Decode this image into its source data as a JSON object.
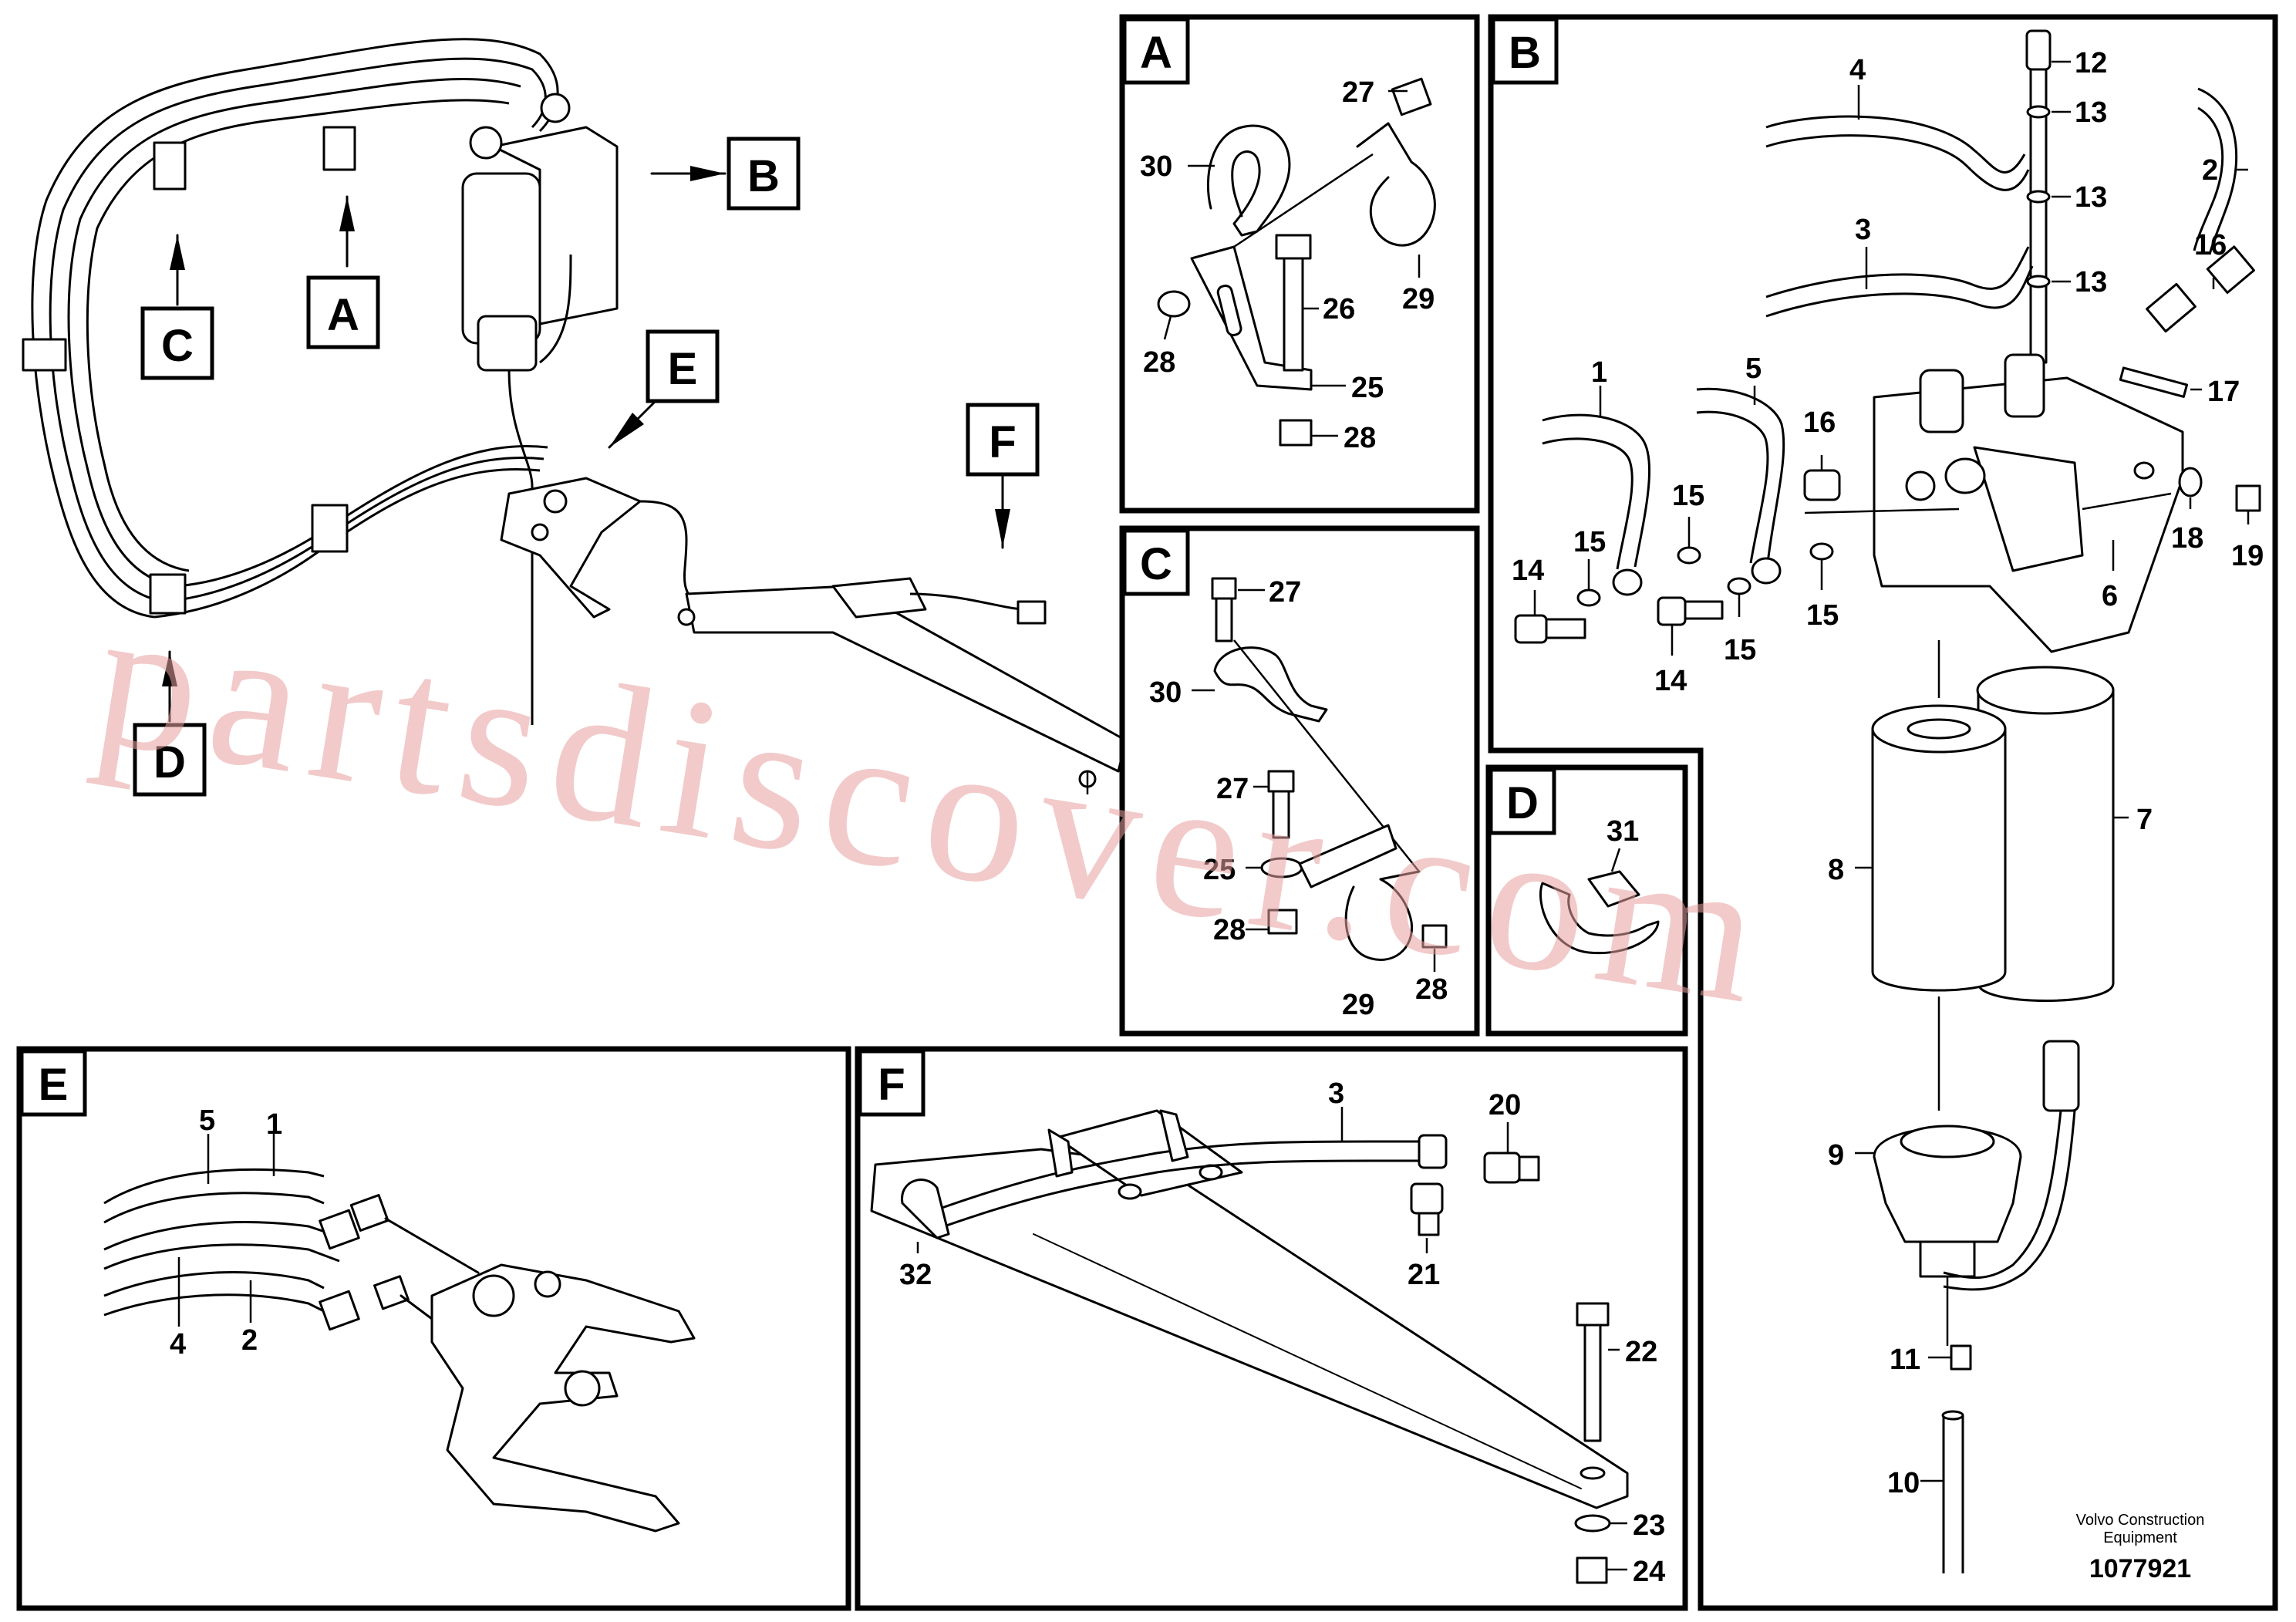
{
  "panels": {
    "A": "A",
    "B": "B",
    "C": "C",
    "D": "D",
    "E": "E",
    "F": "F"
  },
  "overview_labels": {
    "A": "A",
    "B": "B",
    "C": "C",
    "D": "D",
    "E": "E",
    "F": "F"
  },
  "callouts": {
    "A": [
      "27",
      "30",
      "26",
      "29",
      "28",
      "25",
      "28"
    ],
    "B": [
      "12",
      "13",
      "13",
      "13",
      "4",
      "2",
      "3",
      "16",
      "17",
      "1",
      "5",
      "16",
      "15",
      "15",
      "14",
      "14",
      "15",
      "15",
      "18",
      "19",
      "6",
      "7",
      "8",
      "9",
      "11",
      "10"
    ],
    "C": [
      "27",
      "30",
      "27",
      "25",
      "28",
      "28",
      "29"
    ],
    "D": [
      "31"
    ],
    "E": [
      "5",
      "1",
      "4",
      "2"
    ],
    "F": [
      "3",
      "20",
      "21",
      "32",
      "22",
      "23",
      "24"
    ]
  },
  "credit": {
    "line1": "Volvo Construction",
    "line2": "Equipment",
    "code": "1077921"
  },
  "watermark": "partsdiscover.com"
}
